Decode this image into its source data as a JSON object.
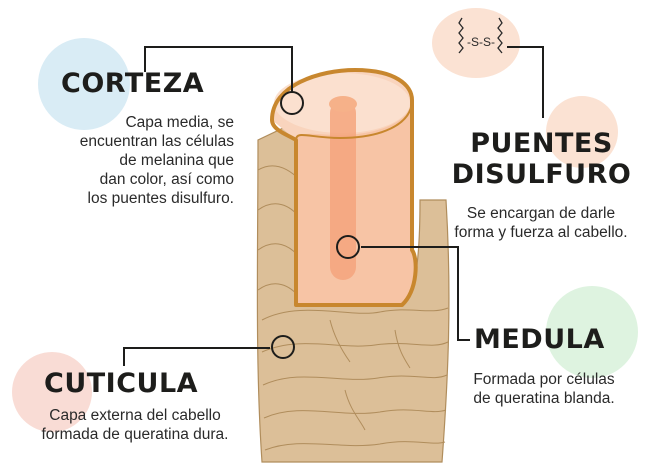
{
  "colors": {
    "background": "#ffffff",
    "cortex_blob": "#d9ecf5",
    "disulfide_blob": "#fbe2d3",
    "cuticle_blob": "#f9dcd5",
    "medulla_blob": "#def3e0",
    "hair_scale": "#d9b88f",
    "hair_outline": "#b08d5c",
    "cortex_fill": "#f7c5a8",
    "medulla_fill": "#f4a57d",
    "cut_outline": "#c8872e",
    "leader_line": "#1d1d1b"
  },
  "labels": {
    "cortex": {
      "title": "CORTEZA",
      "lines": [
        "Capa media, se",
        "encuentran las células",
        "de melanina que",
        "dan color, así como",
        "los puentes disulfuro."
      ]
    },
    "disulfide": {
      "title_lines": [
        "PUENTES",
        "DISULFURO"
      ],
      "lines": [
        "Se encargan de darle",
        "forma y fuerza al cabello."
      ],
      "bond_symbol": "-S-S-"
    },
    "medulla": {
      "title": "MEDULA",
      "lines": [
        "Formada por células",
        "de queratina blanda."
      ]
    },
    "cuticle": {
      "title": "CUTICULA",
      "lines": [
        "Capa externa del cabello",
        "formada de queratina dura."
      ]
    }
  },
  "icons": {
    "disulfide_bond": "disulfide-bond-icon",
    "pointer_marker": "circle-marker-icon"
  }
}
